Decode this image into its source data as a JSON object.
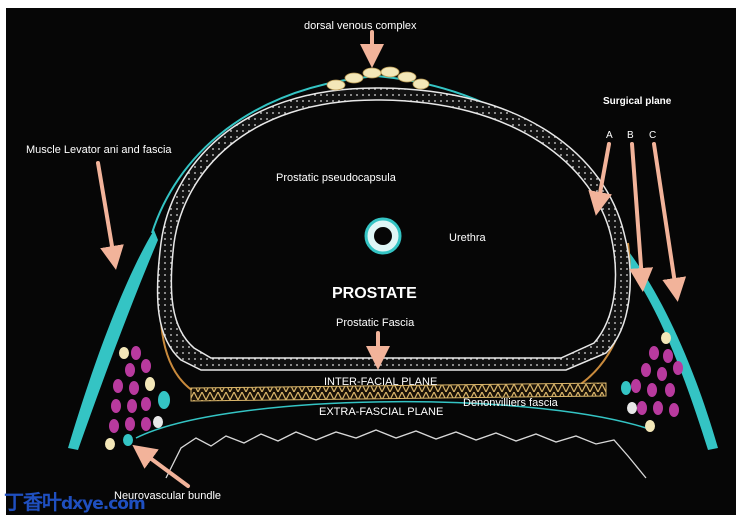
{
  "labels": {
    "dorsal_venous_complex": "dorsal venous complex",
    "surgical_plane": "Surgical plane",
    "plane_a": "A",
    "plane_b": "B",
    "plane_c": "C",
    "muscle_levator": "Muscle Levator ani and fascia",
    "pseudocapsula": "Prostatic pseudocapsula",
    "urethra": "Urethra",
    "prostate": "PROSTATE",
    "prostatic_fascia": "Prostatic Fascia",
    "inter_facial_plane": "INTER-FACIAL PLANE",
    "extra_fascial_plane": "EXTRA-FASCIAL PLANE",
    "denonvilliers": "Denonvilliers fascia",
    "neurovascular_bundle": "Neurovascular bundle"
  },
  "watermark": {
    "cn": "丁香叶",
    "domain": "dxye.com"
  },
  "colors": {
    "background": "#060606",
    "arrow": "#f2b39a",
    "levator": "#34c4c4",
    "capsule": "#e8e8e8",
    "fascia": "#c98a3c",
    "nerve_dots": "#b83a9e",
    "vein": "#f3e7b8"
  }
}
